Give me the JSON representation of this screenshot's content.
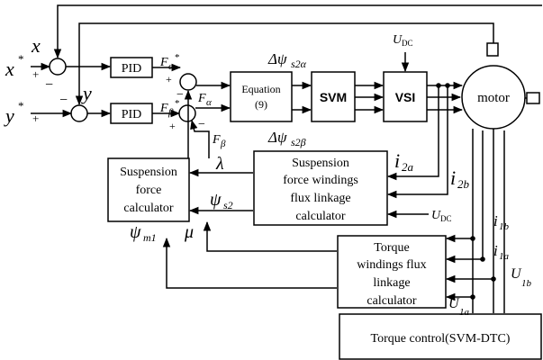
{
  "blocks": {
    "pid1": "PID",
    "pid2": "PID",
    "equation_line1": "Equation",
    "equation_line2": "(9)",
    "svm": "SVM",
    "vsi": "VSI",
    "motor": "motor",
    "susp_calc_line1": "Suspension",
    "susp_calc_line2": "force",
    "susp_calc_line3": "calculator",
    "susp_flux_line1": "Suspension",
    "susp_flux_line2": "force windings",
    "susp_flux_line3": "flux linkage",
    "susp_flux_line4": "calculator",
    "torque_flux_line1": "Torque",
    "torque_flux_line2": "windings flux",
    "torque_flux_line3": "linkage",
    "torque_flux_line4": "calculator",
    "torque_control": "Torque control(SVM-DTC)"
  },
  "symbols": {
    "x_ref": "x",
    "x_ref_sup": "*",
    "x_ref_sign": "+",
    "y_ref": "y",
    "y_ref_sup": "*",
    "y_ref_sign": "+",
    "x_fb": "x",
    "x_fb_sign": "−",
    "y_fb": "y",
    "y_fb_sign": "−",
    "f_alpha_ref": "F",
    "f_alpha_ref_sub": "α",
    "f_alpha_ref_sup": "*",
    "f_alpha_plus": "+",
    "f_alpha_minus": "−",
    "f_alpha": "F",
    "f_alpha_sub": "α",
    "f_beta_ref": "F",
    "f_beta_ref_sub": "β",
    "f_beta_ref_sup": "*",
    "f_beta_plus": "+",
    "f_beta_minus": "−",
    "f_beta": "F",
    "f_beta_sub": "β",
    "dpsi_alpha": "Δψ",
    "dpsi_alpha_sub": "s2α",
    "dpsi_beta": "Δψ",
    "dpsi_beta_sub": "s2β",
    "udc_top": "U",
    "udc_top_sub": "DC",
    "udc_mid": "U",
    "udc_mid_sub": "DC",
    "lambda": "λ",
    "psi_s2": "ψ",
    "psi_s2_sub": "s2",
    "psi_m1": "ψ",
    "psi_m1_sub": "m1",
    "mu": "μ",
    "i2a": "i",
    "i2a_sub": "2a",
    "i2b": "i",
    "i2b_sub": "2b",
    "i1b": "i",
    "i1b_sub": "1b",
    "i1a": "i",
    "i1a_sub": "1a",
    "u1b": "U",
    "u1b_sub": "1b",
    "u1a": "U",
    "u1a_sub": "1a"
  }
}
